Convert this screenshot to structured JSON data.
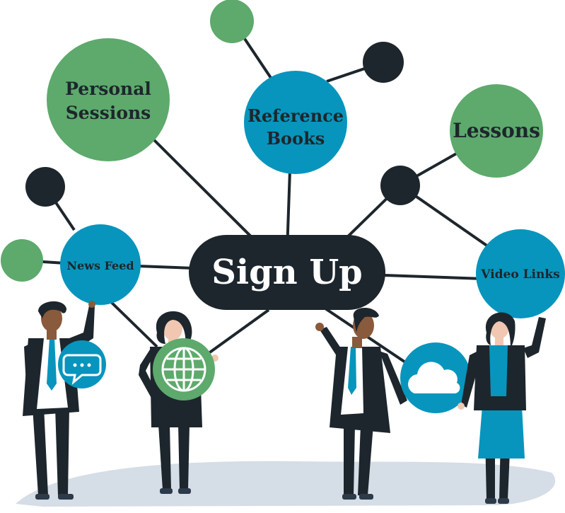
{
  "hub": {
    "label": "Sign Up"
  },
  "nodes": {
    "personal_sessions": {
      "line1": "Personal",
      "line2": "Sessions"
    },
    "reference_books": {
      "line1": "Reference",
      "line2": "Books"
    },
    "lessons": {
      "label": "Lessons"
    },
    "news_feed": {
      "label": "News Feed"
    },
    "video_links": {
      "label": "Video Links"
    }
  },
  "colors": {
    "green": "#5daa6c",
    "blue": "#0795bd",
    "dark": "#1d262c",
    "ground": "#d5dde6",
    "skin_dark": "#8a5a3c",
    "skin_light": "#f1c7b1"
  },
  "icons": [
    "chat-bubble-icon",
    "globe-icon",
    "cloud-icon"
  ]
}
